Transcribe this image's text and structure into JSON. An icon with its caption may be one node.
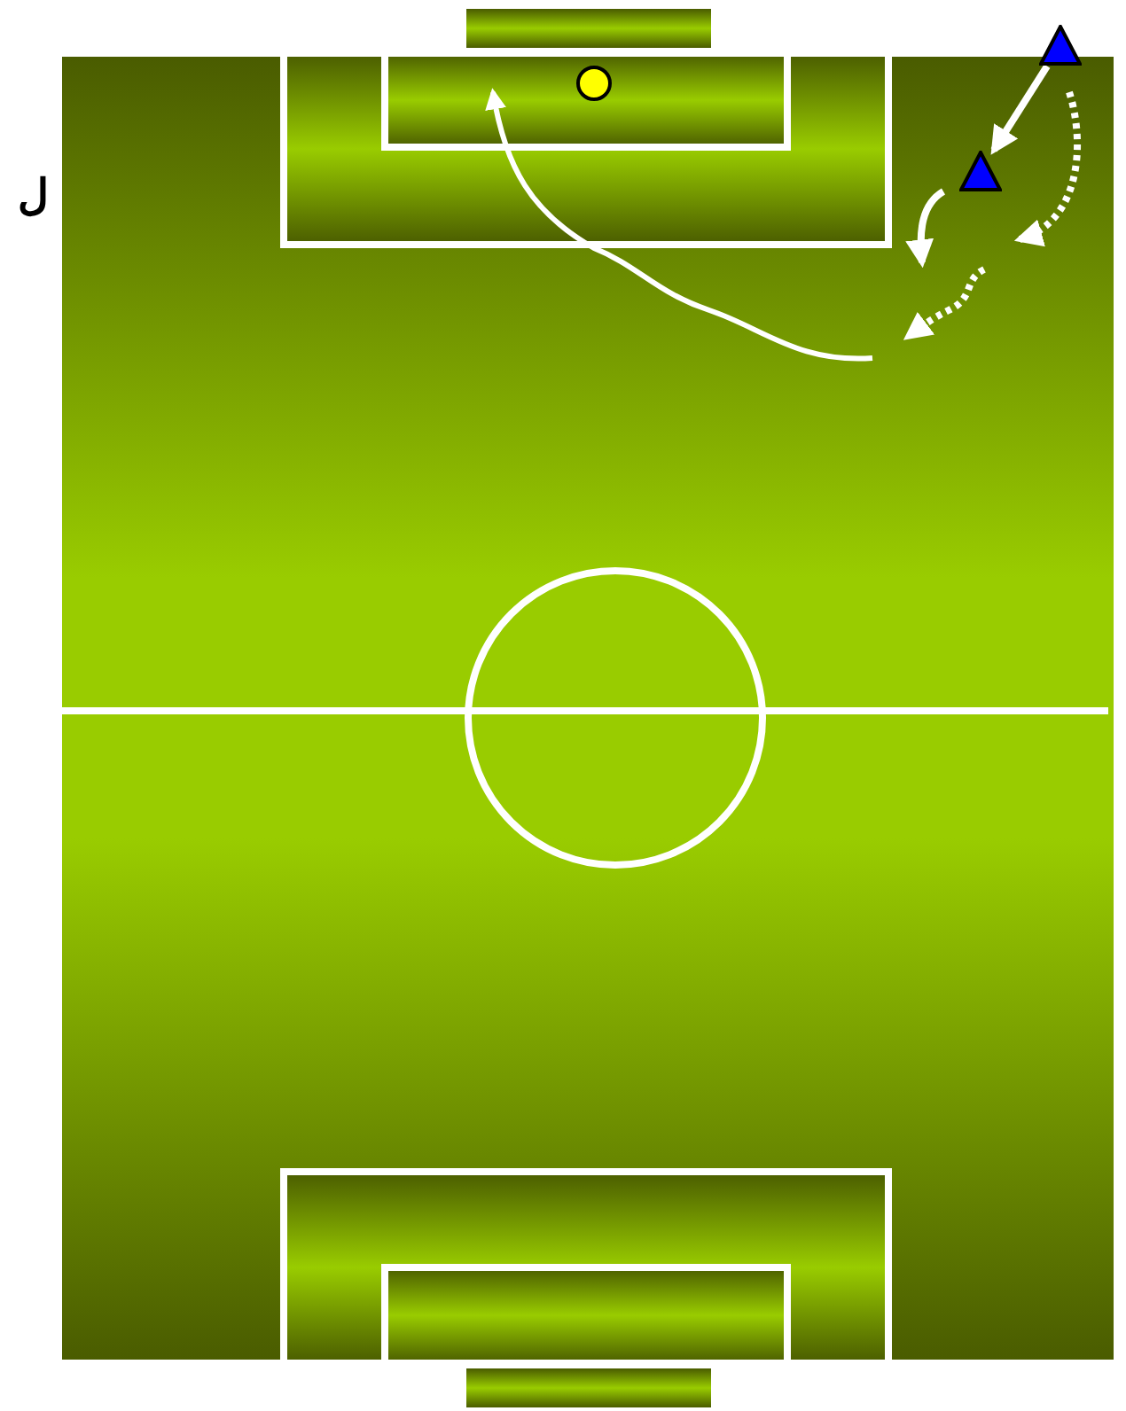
{
  "diagram": {
    "nodes": [
      {
        "text": [],
        "shape": "triangle"
      },
      {
        "text": [],
        "shape": "triangle"
      }
    ],
    "edges": [
      {
        "from": 0,
        "to": 1,
        "arrow": "to"
      }
    ],
    "labels": [
      "ل"
    ]
  }
}
